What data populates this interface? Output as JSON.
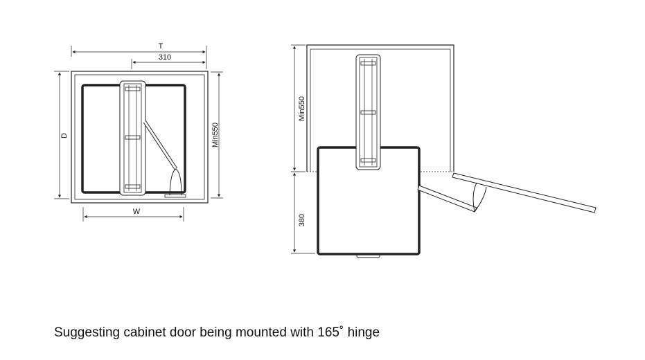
{
  "left_diagram": {
    "dim_total": "T",
    "dim_offset": "310",
    "dim_depth": "D",
    "dim_min_depth": "Min550",
    "dim_width": "W"
  },
  "right_diagram": {
    "dim_min_depth": "Min550",
    "dim_extension": "380"
  },
  "caption": "Suggesting cabinet door being mounted with 165˚ hinge"
}
